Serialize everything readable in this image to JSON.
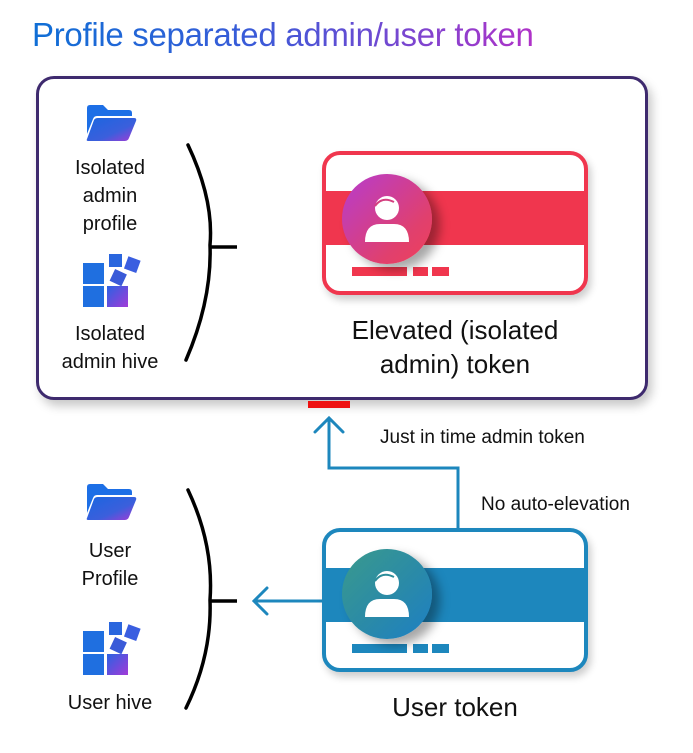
{
  "title": "Profile separated admin/user token",
  "admin_section": {
    "items": [
      {
        "icon": "folder-icon",
        "label_lines": [
          "Isolated",
          "admin",
          "profile"
        ]
      },
      {
        "icon": "registry-hive-icon",
        "label_lines": [
          "Isolated",
          "admin hive"
        ]
      }
    ],
    "token": {
      "label_lines": [
        "Elevated (isolated",
        "admin) token"
      ],
      "color": "#f0364e",
      "avatar_gradient": [
        "#b63ccf",
        "#f0405a"
      ],
      "icon": "user-avatar-icon"
    },
    "border_color": "#3e2a6e"
  },
  "user_section": {
    "items": [
      {
        "icon": "folder-icon",
        "label_lines": [
          "User",
          "Profile"
        ]
      },
      {
        "icon": "registry-hive-icon",
        "label_lines": [
          "User hive"
        ]
      }
    ],
    "token": {
      "label": "User token",
      "color": "#1d87bd",
      "avatar_gradient": [
        "#3a9a8c",
        "#1d7fc4"
      ],
      "icon": "user-avatar-icon"
    }
  },
  "connectors": {
    "jit_label": "Just in time admin token",
    "no_auto_label": "No auto-elevation",
    "connector_color": "#1d87bd",
    "entry_marker_color": "#ee1111"
  }
}
